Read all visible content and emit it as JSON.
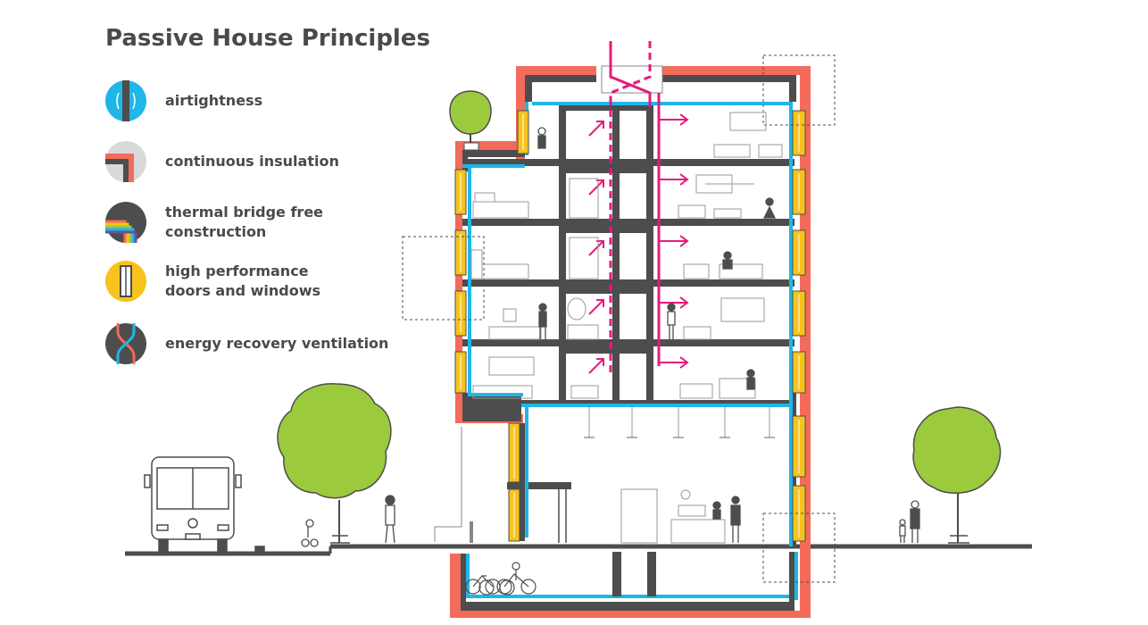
{
  "title": "Passive House Principles",
  "legend": [
    {
      "label": "airtightness",
      "icon": "airtightness-icon"
    },
    {
      "label": "continuous insulation",
      "icon": "insulation-icon"
    },
    {
      "label_line1": "thermal bridge free",
      "label_line2": "construction",
      "icon": "thermal-bridge-icon"
    },
    {
      "label_line1": "high performance",
      "label_line2": "doors and windows",
      "icon": "window-icon"
    },
    {
      "label": "energy recovery ventilation",
      "icon": "ventilation-icon"
    }
  ],
  "colors": {
    "airtight": "#1fb6e8",
    "insulation": "#f26b5b",
    "structure": "#4d4d4d",
    "window": "#f7c31c",
    "ventilation": "#e6197d",
    "tree": "#9bca3d",
    "text": "#4a4a4a"
  }
}
